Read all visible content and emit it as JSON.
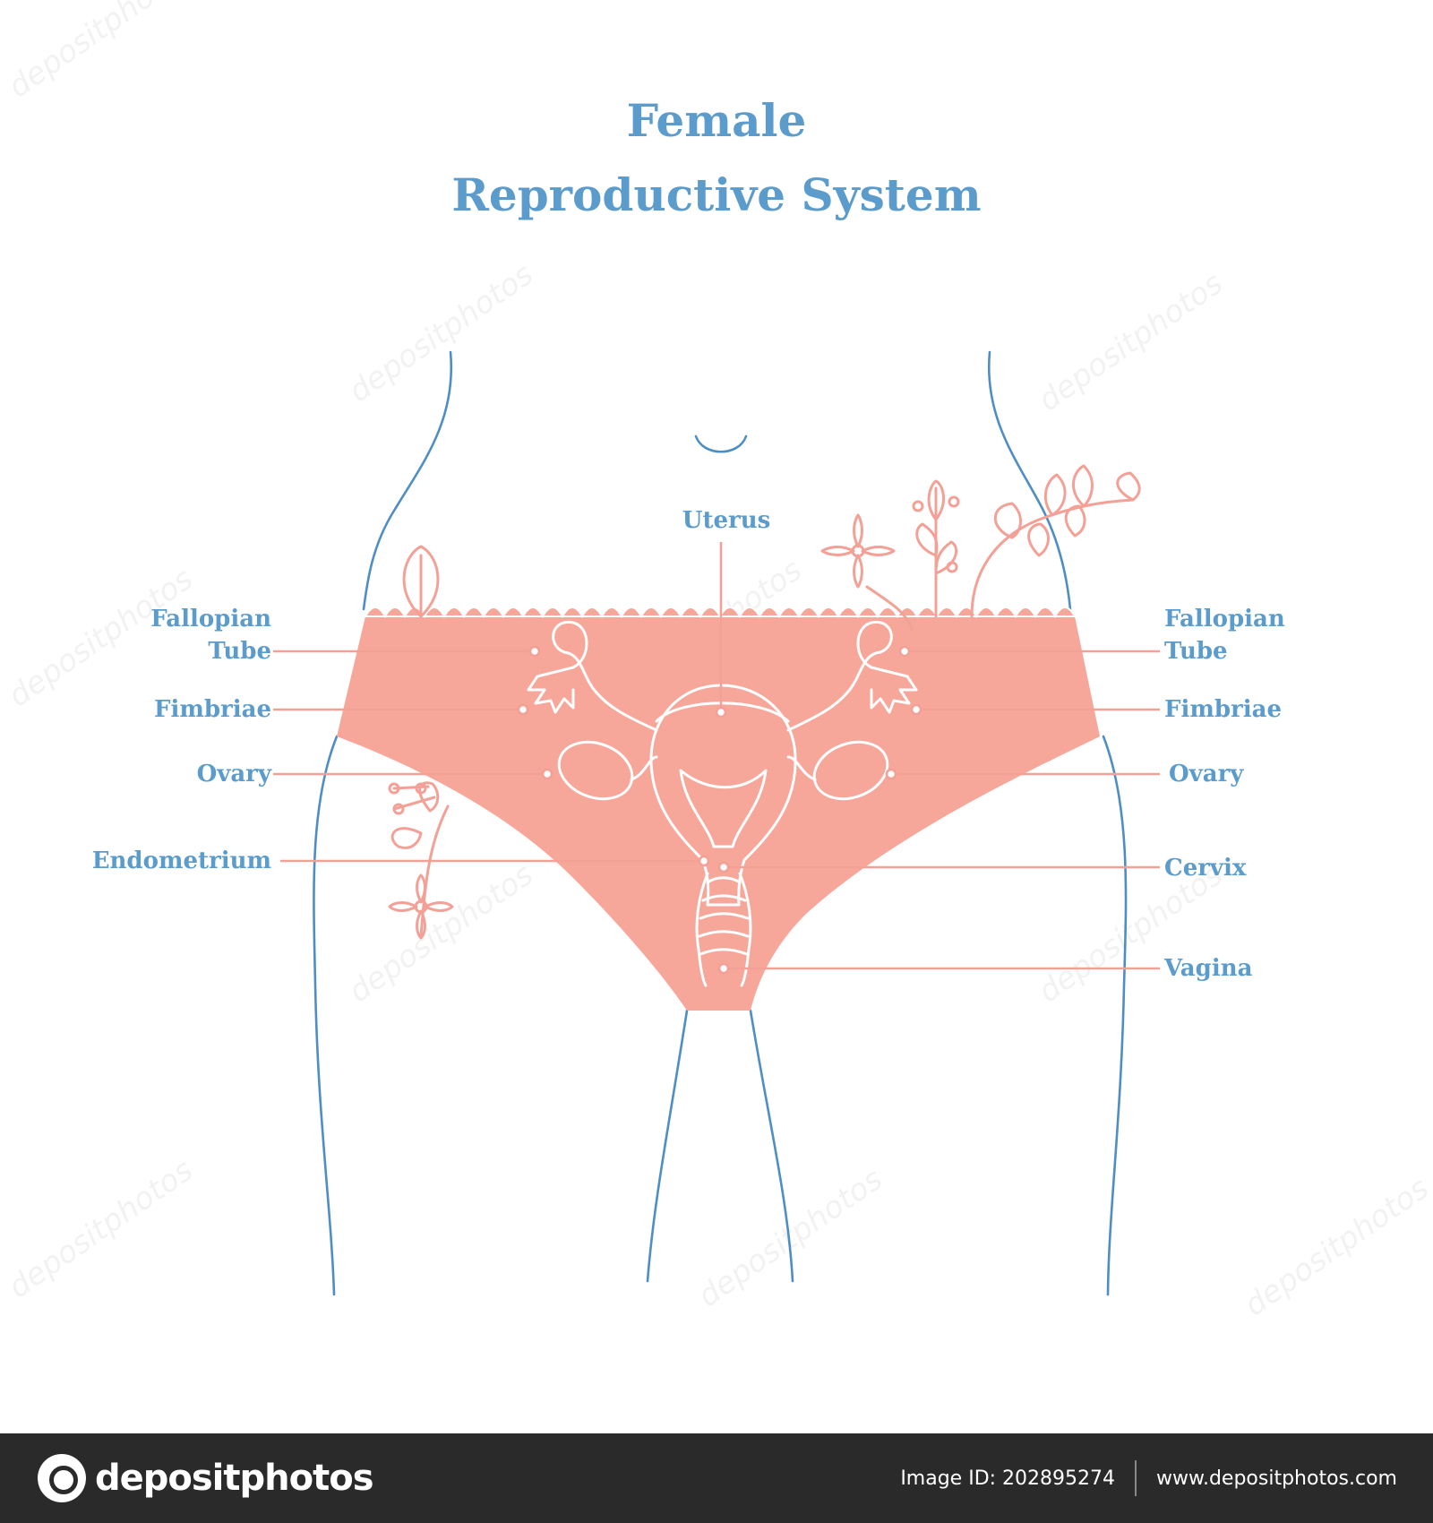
{
  "title": {
    "line1": "Female",
    "line2": "Reproductive System"
  },
  "labels": {
    "uterus": "Uterus",
    "left": {
      "fallopian_1": "Fallopian",
      "fallopian_2": "Tube",
      "fimbriae": "Fimbriae",
      "ovary": "Ovary",
      "endometrium": "Endometrium"
    },
    "right": {
      "fallopian_1": "Fallopian",
      "fallopian_2": "Tube",
      "fimbriae": "Fimbriae",
      "ovary": "Ovary",
      "cervix": "Cervix",
      "vagina": "Vagina"
    }
  },
  "watermark": "depositphotos",
  "footer": {
    "brand": "depositphotos",
    "image_id": "Image ID: 202895274",
    "site": "www.depositphotos.com"
  },
  "colors": {
    "label_blue": "#5b9ccc",
    "body_line": "#4f8ec4",
    "garment_pink": "#f7a79a",
    "leader_pink": "#f3a196",
    "footer_bg": "#2a2a2a"
  }
}
